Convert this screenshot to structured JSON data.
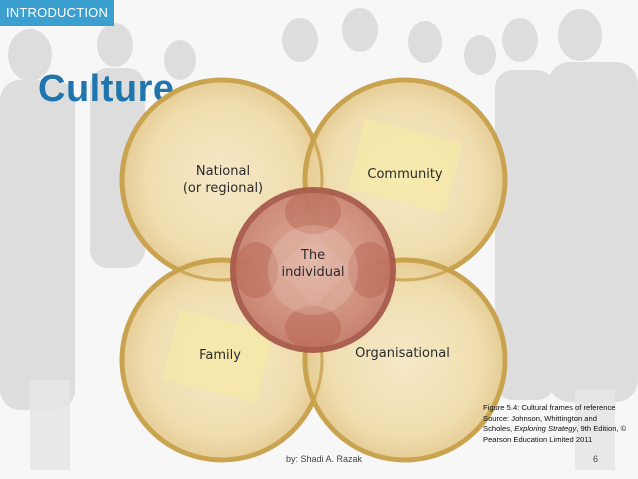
{
  "header_tag": "INTRODUCTION",
  "title": "Culture",
  "diagram": {
    "top_left": "National\n(or regional)",
    "top_right": "Community",
    "bottom_left": "Family",
    "bottom_right": "Organisational",
    "center": "The\nindividual"
  },
  "caption": {
    "line1": "Figure 5.4: Cultural frames of reference",
    "line2": "Source: Johnson, Whittington and",
    "line3_pre": "Scholes, ",
    "line3_italic": "Exploring Strategy",
    "line3_post": ", 9th Edition, ©",
    "line4": "Pearson Education Limited 2011"
  },
  "footer": "by: Shadi A. Razak",
  "page_number": "6",
  "colors": {
    "accent_blue": "#1f75ad",
    "tag_blue": "#3b9fd0",
    "circle_fill": "#efdeb0",
    "circle_border": "#c9a24e",
    "center_fill": "#cf8f7f",
    "center_border": "#a6584a"
  }
}
